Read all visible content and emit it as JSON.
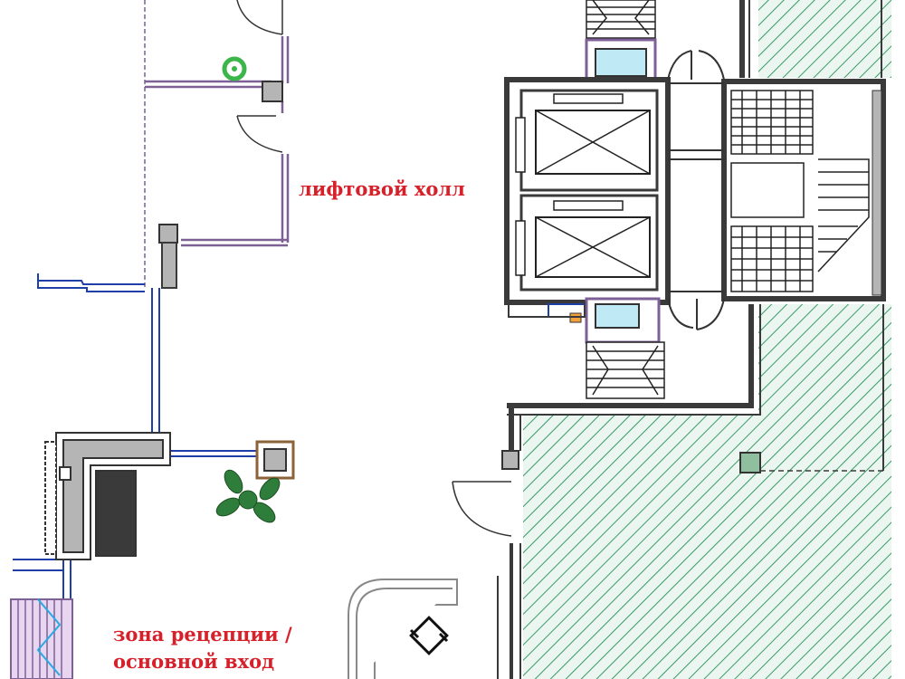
{
  "labels": {
    "lift_hall": "лифтовой холл",
    "reception_line1": "зона рецепции /",
    "reception_line2": "основной вход"
  },
  "colors": {
    "label_text": "#d6202a",
    "wall": "#3a3a3a",
    "wall_fill": "#b5b5b5",
    "partition": "#7d6096",
    "glass": "#1f3fa8",
    "glass_light": "#27a9e1",
    "hatch": "#3a9a67",
    "hatch_bg": "#eaf6ef",
    "plant": "#2f7d3b",
    "column_border": "#8c6239",
    "accent_icon": "#3cb54a"
  }
}
